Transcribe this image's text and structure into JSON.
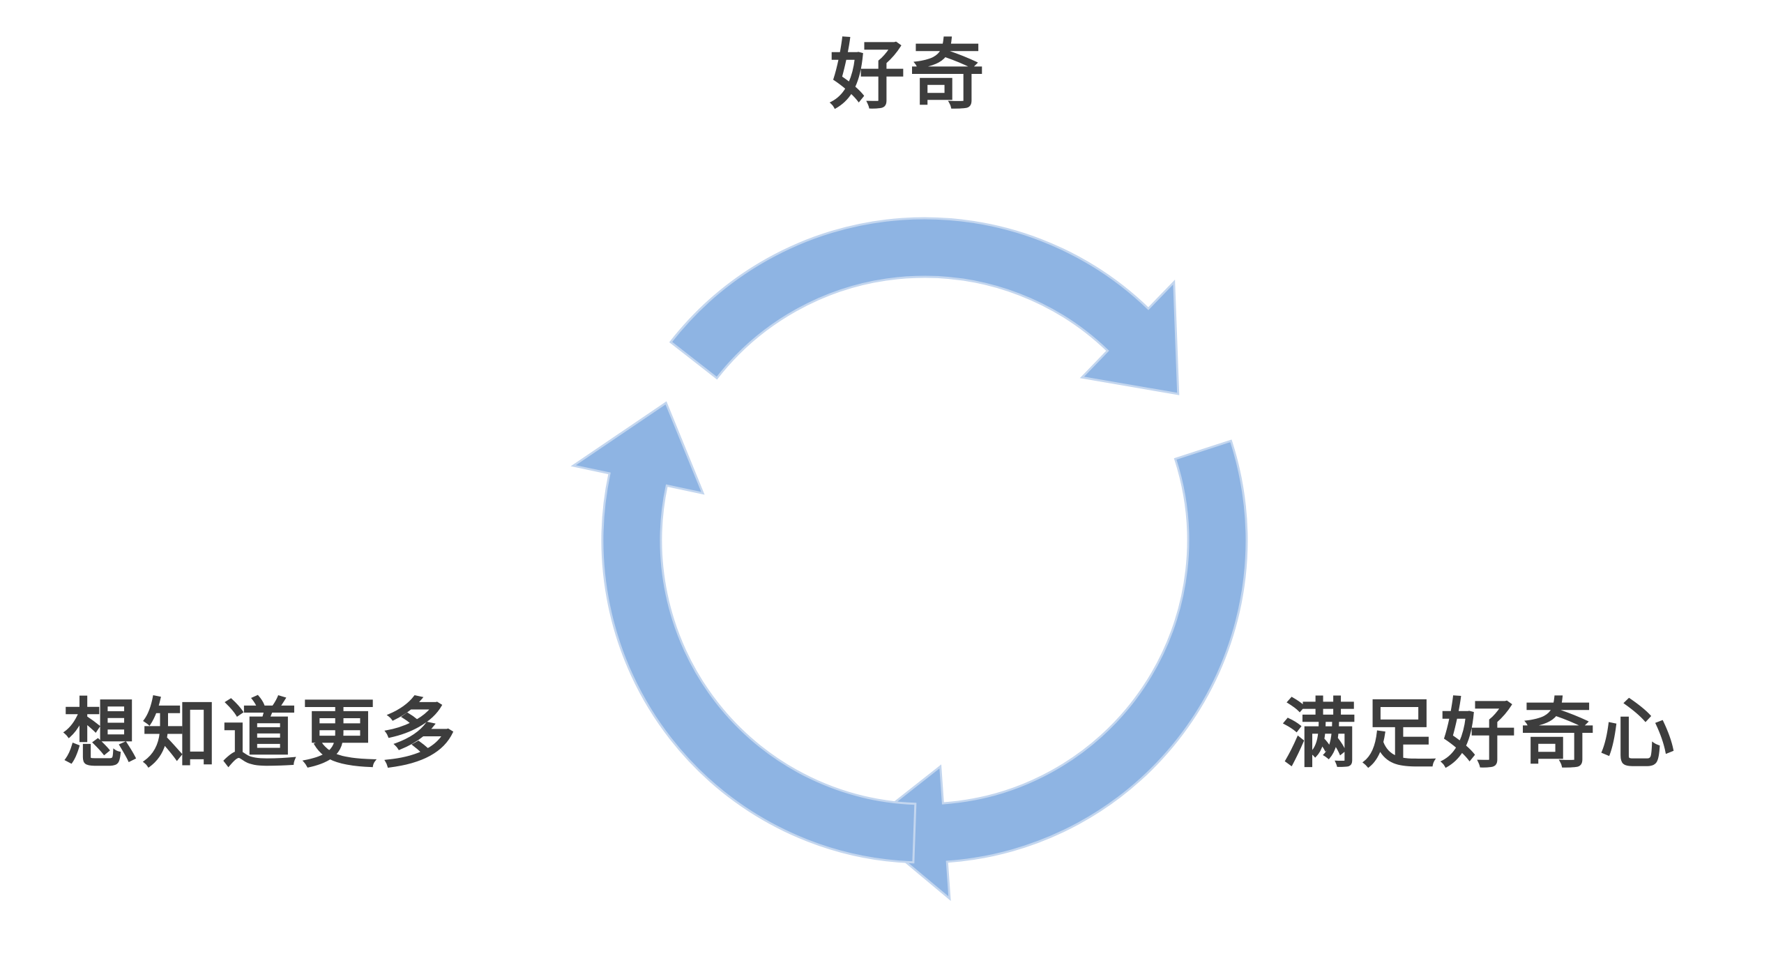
{
  "diagram": {
    "type": "cycle",
    "stages": [
      {
        "id": "top",
        "label": "好奇"
      },
      {
        "id": "right",
        "label": "满足好奇心"
      },
      {
        "id": "left",
        "label": "想知道更多"
      }
    ],
    "flow_direction": "clockwise"
  },
  "colors": {
    "arrow_fill": "#8EB4E3",
    "arrow_edge": "#c3d6ef",
    "label_text": "#3d3d3d",
    "background": "#ffffff"
  }
}
